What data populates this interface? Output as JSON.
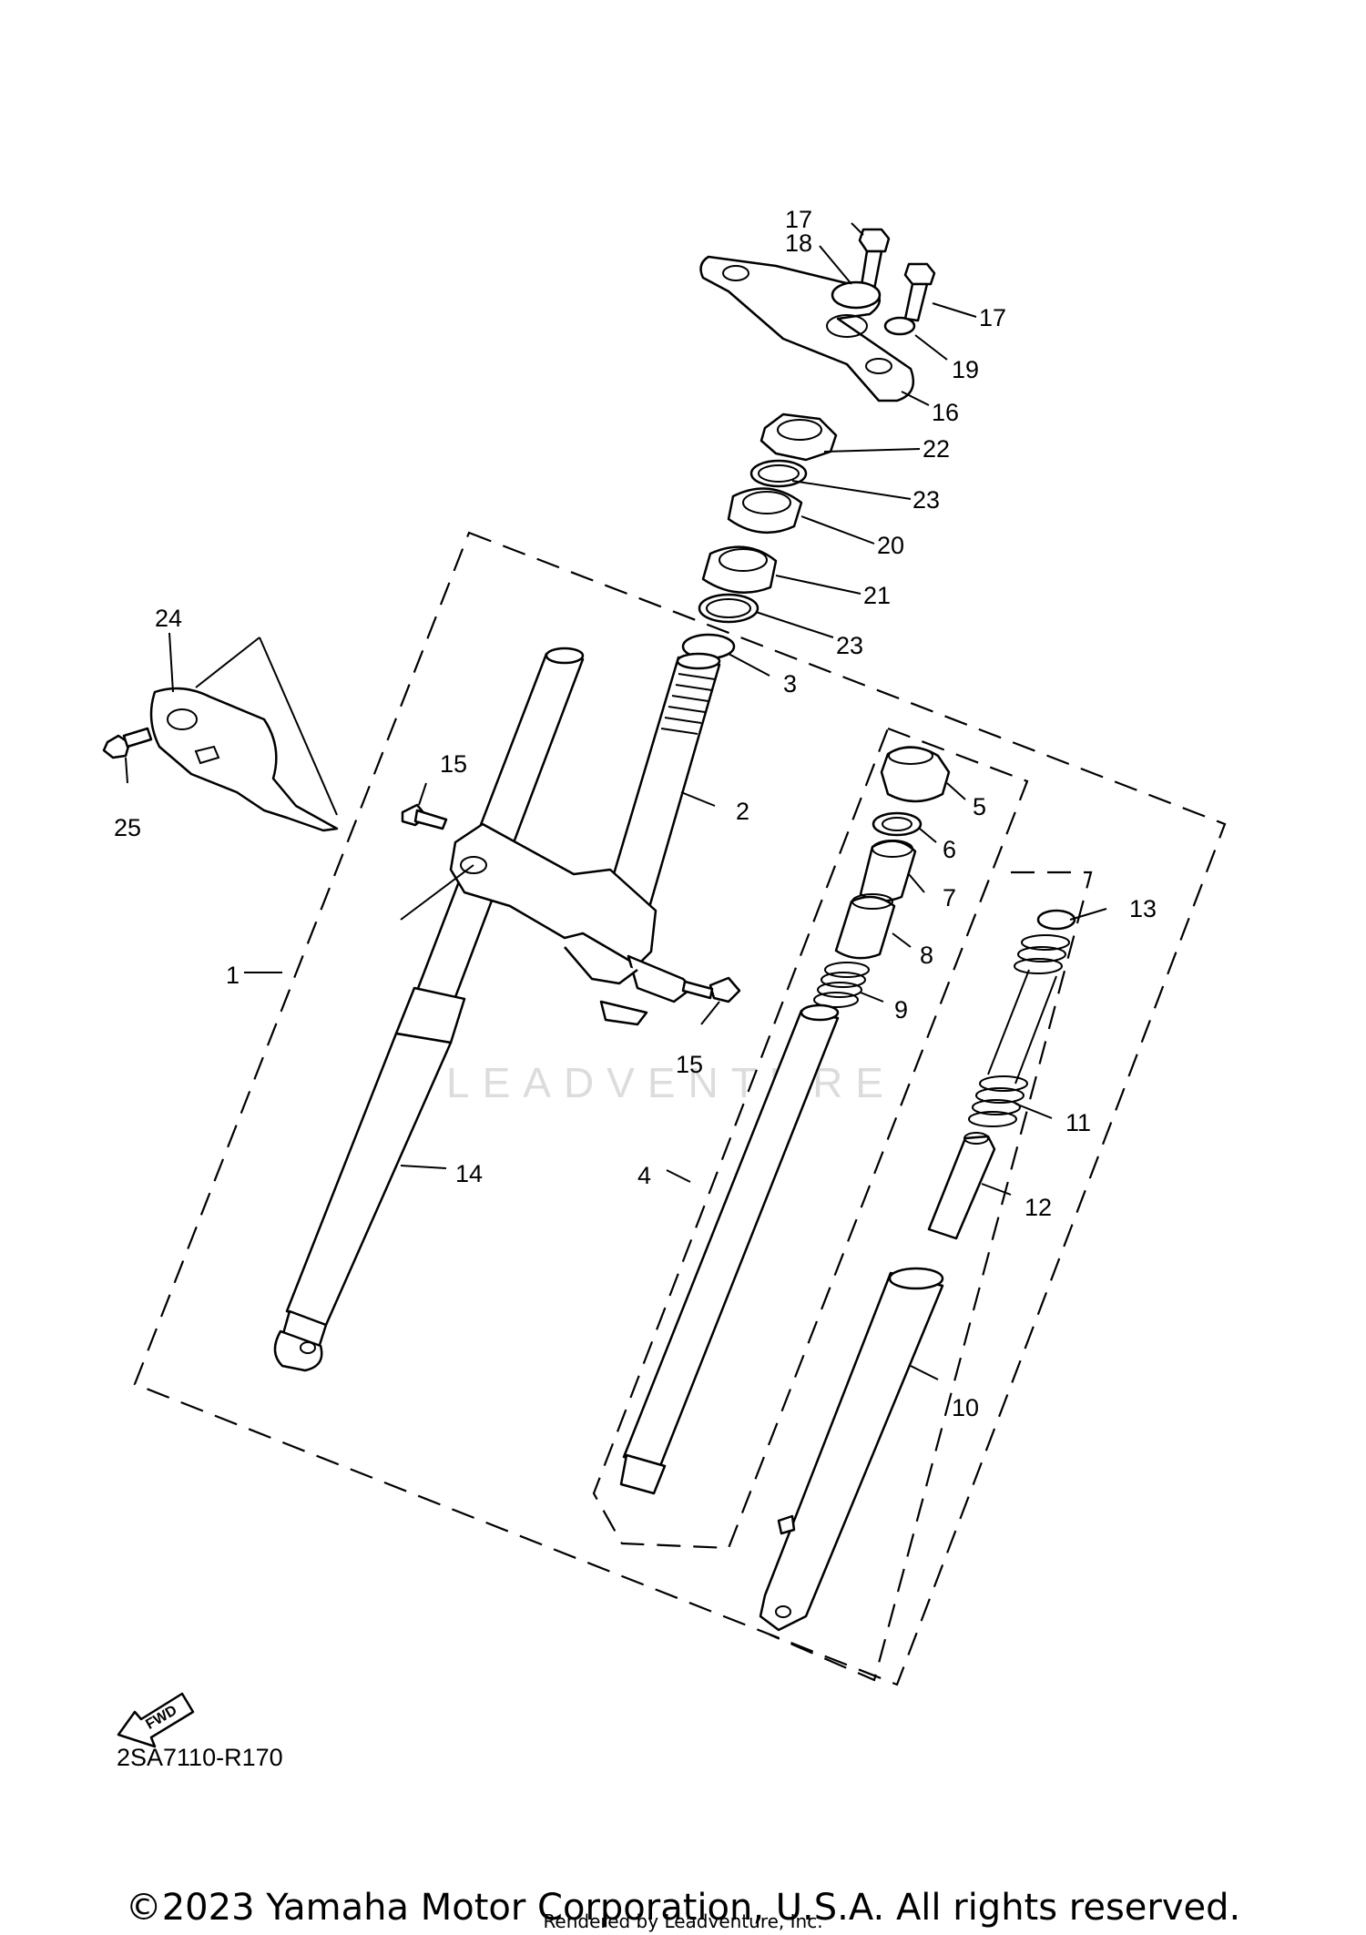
{
  "diagram_code": "2SA7110-R170",
  "copyright": "©2023 Yamaha Motor Corporation, U.S.A. All rights reserved.",
  "rendered_by": "Rendered by Leadventure, Inc.",
  "watermark": "LEADVENTURE",
  "fwd_label": "FWD",
  "callouts": {
    "c1": "1",
    "c2": "2",
    "c3": "3",
    "c4": "4",
    "c5": "5",
    "c6": "6",
    "c7": "7",
    "c8": "8",
    "c9": "9",
    "c10": "10",
    "c11": "11",
    "c12": "12",
    "c13": "13",
    "c14": "14",
    "c15a": "15",
    "c15b": "15",
    "c16": "16",
    "c17a": "17",
    "c17b": "17",
    "c18": "18",
    "c19": "19",
    "c20": "20",
    "c21": "21",
    "c22": "22",
    "c23a": "23",
    "c23b": "23",
    "c24": "24",
    "c25": "25"
  }
}
